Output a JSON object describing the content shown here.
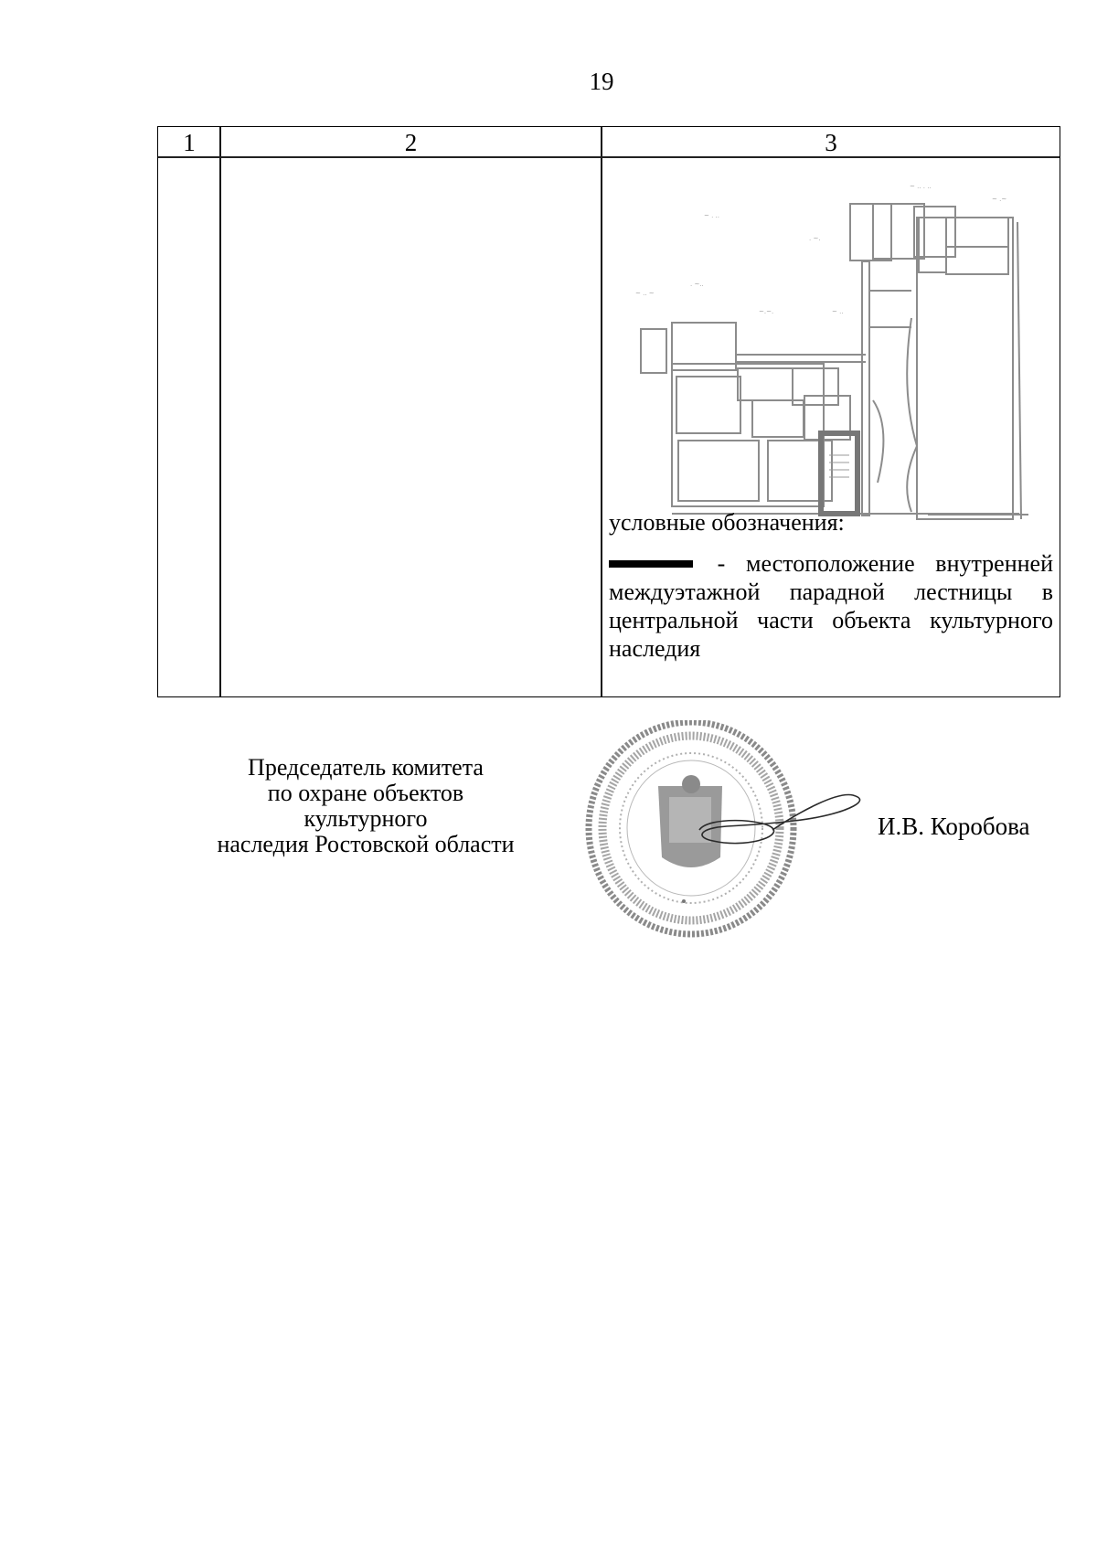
{
  "page": {
    "number": "19"
  },
  "table": {
    "headers": [
      "1",
      "2",
      "3"
    ],
    "row": {
      "col1": "",
      "col2": "",
      "col3": {
        "figure": "floor-plan-scan",
        "legend_title": "условные обозначения:",
        "legend_items": [
          {
            "symbol": "thick-black-line",
            "separator": " - ",
            "text": "местоположение внутренней междуэтажной парадной лестницы в центральной части объекта культурного наследия"
          }
        ]
      }
    }
  },
  "signature_block": {
    "title_lines": [
      "Председатель комитета",
      "по охране объектов культурного",
      "наследия Ростовской области"
    ],
    "name": "И.В. Коробова",
    "seal": "official-round-seal",
    "signature": "handwritten-signature"
  },
  "colors": {
    "text": "#000000",
    "seal": "#8a8a8a",
    "plan_lines": "#8c8c8c",
    "stair_highlight": "#777777"
  }
}
